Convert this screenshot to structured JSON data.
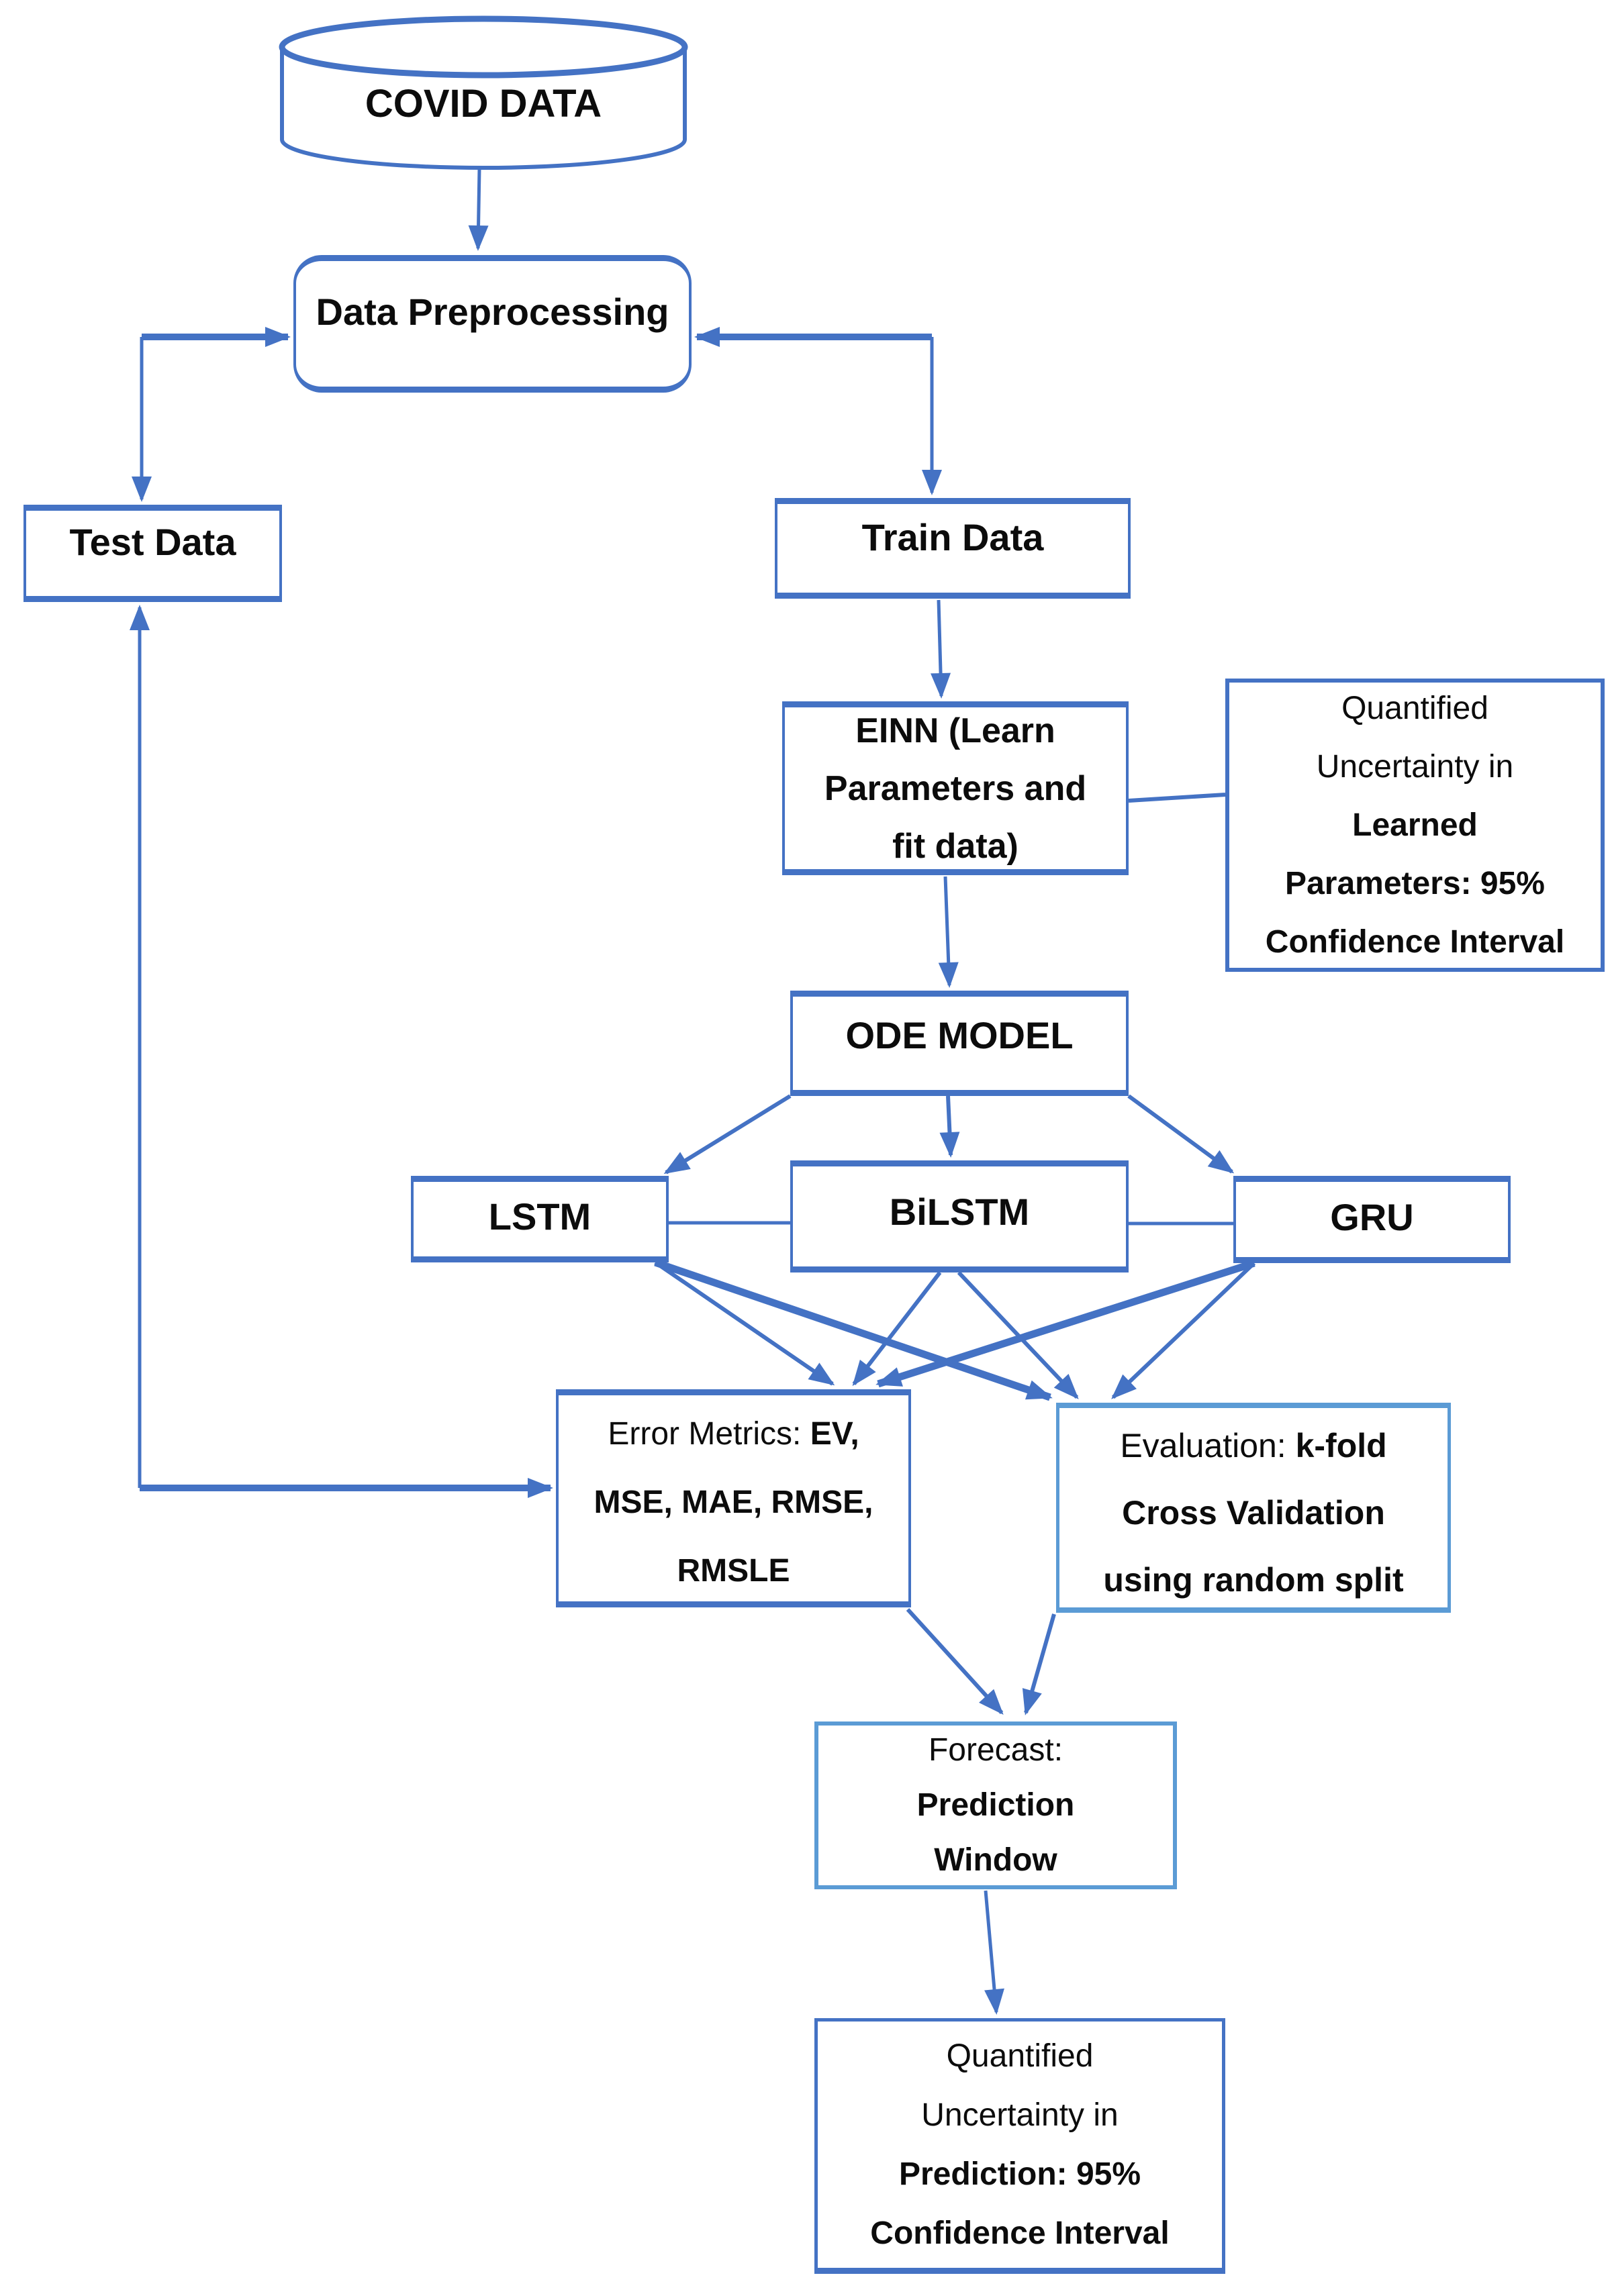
{
  "diagram": {
    "colors": {
      "primary_blue": "#4472C4",
      "light_blue": "#5B9BD5",
      "text": "#0C0C0C",
      "background": "#FFFFFF"
    },
    "nodes": {
      "covid_data": {
        "label": "COVID DATA"
      },
      "data_preprocessing": {
        "label": "Data Preprocessing"
      },
      "test_data": {
        "label": "Test Data"
      },
      "train_data": {
        "label": "Train Data"
      },
      "einn": {
        "line1": "EINN (Learn",
        "line2": "Parameters and",
        "line3": "fit data)"
      },
      "uncertainty_params": {
        "line1": "Quantified",
        "line2": "Uncertainty in",
        "line3_bold": "Learned",
        "line4_bold": "Parameters: 95%",
        "line5_bold": "Confidence Interval"
      },
      "ode_model": {
        "label": "ODE MODEL"
      },
      "lstm": {
        "label": "LSTM"
      },
      "bilstm": {
        "label": "BiLSTM"
      },
      "gru": {
        "label": "GRU"
      },
      "error_metrics": {
        "line1_prefix": "Error Metrics: ",
        "line1_bold": "EV,",
        "line2_bold": "MSE, MAE, RMSE,",
        "line3_bold": "RMSLE"
      },
      "evaluation": {
        "line1_prefix": "Evaluation: ",
        "line1_bold": "k-fold",
        "line2_bold": "Cross Validation",
        "line3_bold": "using random split"
      },
      "forecast": {
        "line1": "Forecast:",
        "line2_bold": "Prediction",
        "line3_bold": "Window"
      },
      "uncertainty_prediction": {
        "line1": "Quantified",
        "line2": "Uncertainty in",
        "line3_bold": "Prediction: 95%",
        "line4_bold": "Confidence Interval"
      }
    }
  }
}
